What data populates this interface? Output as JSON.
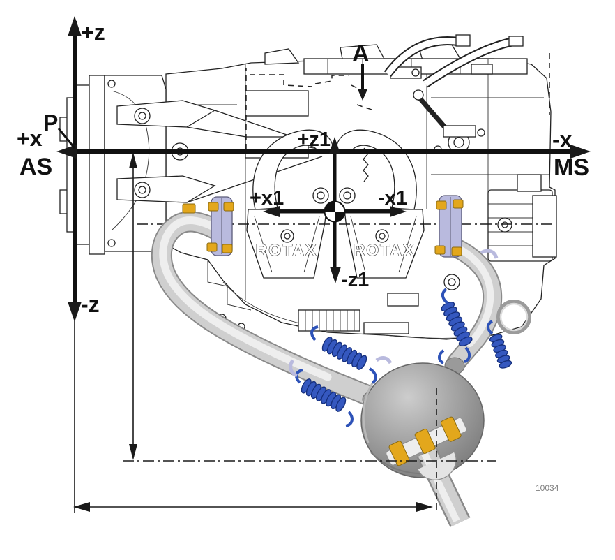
{
  "figure_number": "10034",
  "axis_labels": {
    "plus_z": "+z",
    "minus_z": "-z",
    "plus_x": "+x",
    "minus_x": "-x",
    "drive_side": "AS",
    "magneto_side": "MS",
    "reference_point_p": "P",
    "reference_point_a": "A",
    "plus_z1": "+z1",
    "minus_z1": "-z1",
    "plus_x1": "+x1",
    "minus_x1": "-x1"
  },
  "engine_markings": {
    "carburetor_left": "ROTAX",
    "carburetor_right": "ROTAX"
  },
  "colors": {
    "line_black": "#1a1a1a",
    "pipe_light": "#cfcfcf",
    "pipe_edge": "#8a8a8a",
    "pipe_highlight": "#eeeeee",
    "muffler_gray": "#9a9a9a",
    "spring_blue": "#3558bf",
    "spring_blue_dark": "#16307e",
    "clamp_yellow": "#e3a71c",
    "flange_lavender": "#b9bade",
    "figure_number_gray": "#7f7f7f"
  }
}
